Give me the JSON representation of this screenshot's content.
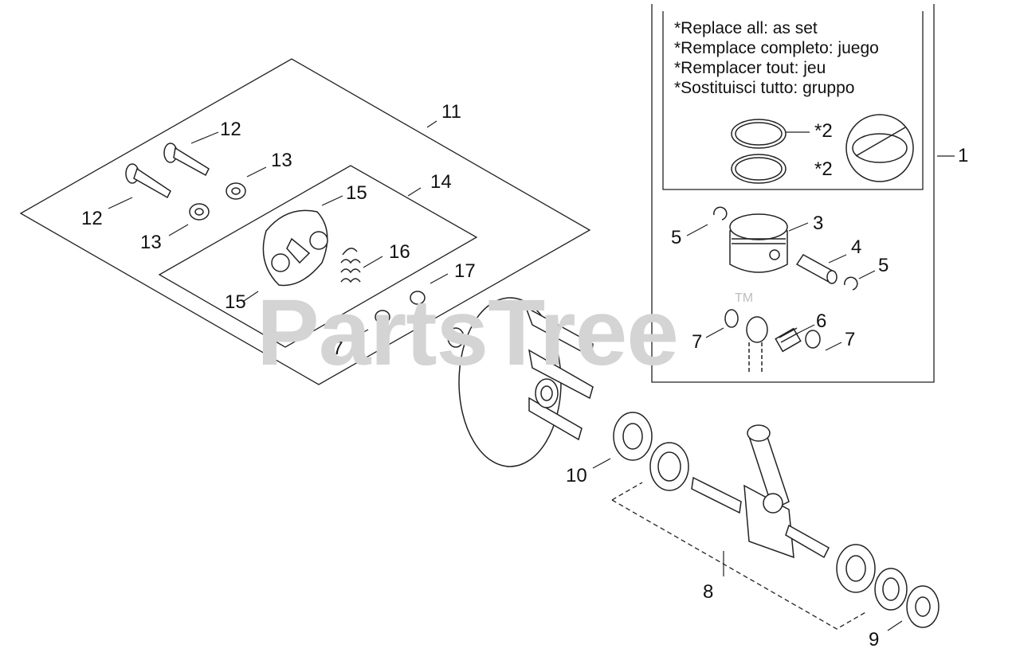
{
  "watermark": {
    "brand": "PartsTree",
    "trademark": "TM"
  },
  "notes": [
    "*Replace all: as set",
    "*Remplace completo: juego",
    "*Remplacer tout: jeu",
    "*Sostituisci tutto: gruppo"
  ],
  "callouts": {
    "c1": "1",
    "c2a": "*2",
    "c2b": "*2",
    "c3": "3",
    "c4": "4",
    "c5a": "5",
    "c5b": "5",
    "c6": "6",
    "c7a": "7",
    "c7b": "7",
    "c8": "8",
    "c9": "9",
    "c10": "10",
    "c11": "11",
    "c12a": "12",
    "c12b": "12",
    "c13a": "13",
    "c13b": "13",
    "c14": "14",
    "c15a": "15",
    "c15b": "15",
    "c16": "16",
    "c17a": "17",
    "c17b": "17"
  }
}
